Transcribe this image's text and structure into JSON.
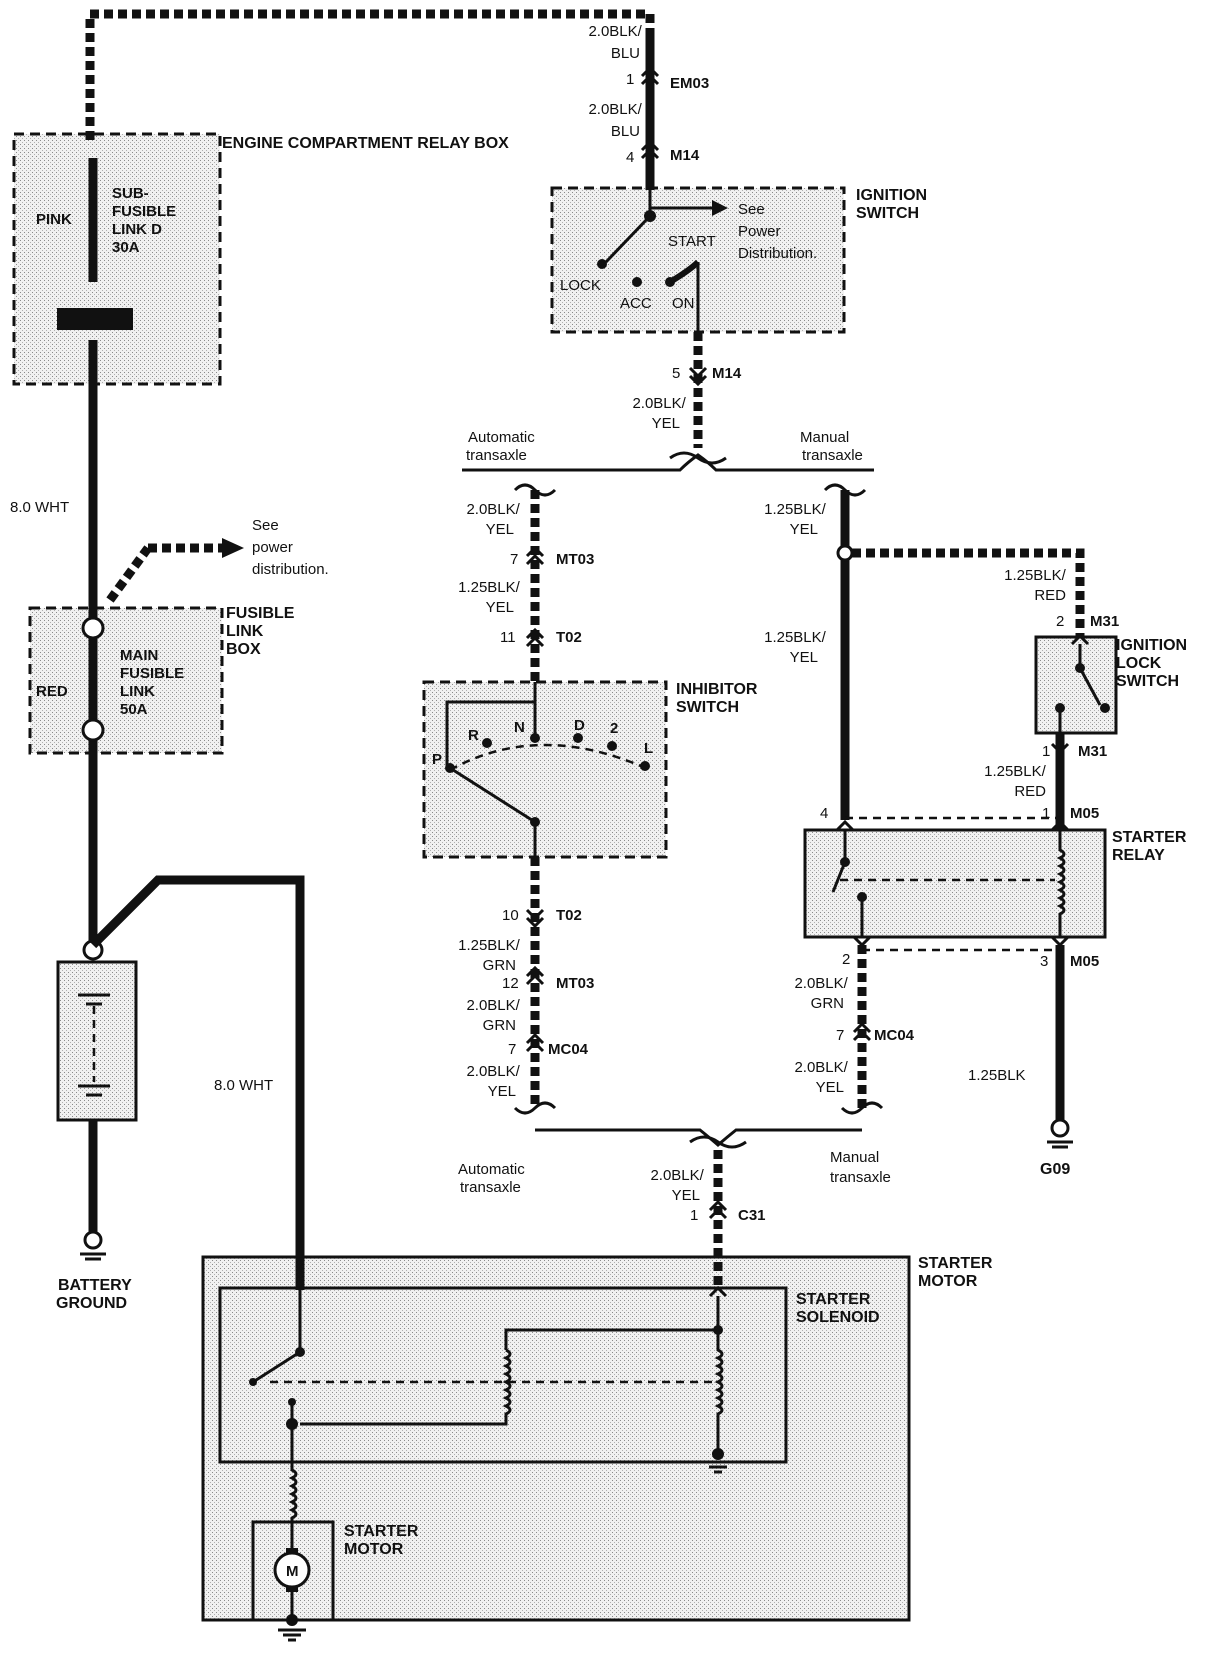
{
  "components": {
    "engine_relay_box": "ENGINE COMPARTMENT RELAY BOX",
    "sub_fusible_link": [
      "SUB-",
      "FUSIBLE",
      "LINK D",
      "30A"
    ],
    "pink": "PINK",
    "fusible_link_box": [
      "FUSIBLE",
      "LINK",
      "BOX"
    ],
    "main_fusible_link": [
      "MAIN",
      "FUSIBLE",
      "LINK",
      "50A"
    ],
    "red": "RED",
    "ignition_switch": [
      "IGNITION",
      "SWITCH"
    ],
    "inhibitor_switch": [
      "INHIBITOR",
      "SWITCH"
    ],
    "ignition_lock_switch": [
      "IGNITION",
      "LOCK",
      "SWITCH"
    ],
    "starter_relay": [
      "STARTER",
      "RELAY"
    ],
    "starter_motor_box": [
      "STARTER",
      "MOTOR"
    ],
    "starter_solenoid": [
      "STARTER",
      "SOLENOID"
    ],
    "starter_motor_inner": [
      "STARTER",
      "MOTOR"
    ],
    "battery_ground": [
      "BATTERY",
      "GROUND"
    ],
    "ground_g09": "G09",
    "motor_symbol": "M"
  },
  "ignition_positions": {
    "start": "START",
    "lock": "LOCK",
    "acc": "ACC",
    "on": "ON"
  },
  "inhibitor_positions": {
    "p": "P",
    "r": "R",
    "n": "N",
    "d": "D",
    "two": "2",
    "l": "L"
  },
  "notes": {
    "see_power_dist": [
      "See",
      "Power",
      "Distribution."
    ],
    "see_power_dist_lower": [
      "See",
      "power",
      "distribution."
    ],
    "auto_transaxle": [
      "Automatic",
      "transaxle"
    ],
    "manual_transaxle": [
      "Manual",
      "transaxle"
    ]
  },
  "wires": {
    "w_top1": [
      "2.0BLK/",
      "BLU"
    ],
    "w_top2": [
      "2.0BLK/",
      "BLU"
    ],
    "w_ign_out": [
      "2.0BLK/",
      "YEL"
    ],
    "w_8wht_left": "8.0 WHT",
    "w_8wht_right": "8.0 WHT",
    "w_auto1": [
      "2.0BLK/",
      "YEL"
    ],
    "w_auto2": [
      "1.25BLK/",
      "YEL"
    ],
    "w_auto3": [
      "1.25BLK/",
      "GRN"
    ],
    "w_auto4": [
      "2.0BLK/",
      "GRN"
    ],
    "w_auto5": [
      "2.0BLK/",
      "YEL"
    ],
    "w_man1": [
      "1.25BLK/",
      "YEL"
    ],
    "w_man2": [
      "1.25BLK/",
      "YEL"
    ],
    "w_man3": [
      "2.0BLK/",
      "GRN"
    ],
    "w_man4": [
      "2.0BLK/",
      "YEL"
    ],
    "w_lock_red1": [
      "1.25BLK/",
      "RED"
    ],
    "w_lock_red2": [
      "1.25BLK/",
      "RED"
    ],
    "w_gnd": "1.25BLK",
    "w_c31": [
      "2.0BLK/",
      "YEL"
    ]
  },
  "connectors": {
    "em03": {
      "pin": "1",
      "name": "EM03"
    },
    "m14_top": {
      "pin": "4",
      "name": "M14"
    },
    "m14_bot": {
      "pin": "5",
      "name": "M14"
    },
    "mt03_top": {
      "pin": "7",
      "name": "MT03"
    },
    "t02_top": {
      "pin": "11",
      "name": "T02"
    },
    "t02_bot": {
      "pin": "10",
      "name": "T02"
    },
    "mt03_bot": {
      "pin": "12",
      "name": "MT03"
    },
    "mc04_auto": {
      "pin": "7",
      "name": "MC04"
    },
    "m31_top": {
      "pin": "2",
      "name": "M31"
    },
    "m31_bot": {
      "pin": "1",
      "name": "M31"
    },
    "m05_pin4": "4",
    "m05_top": {
      "pin": "1",
      "name": "M05"
    },
    "m05_pin2": "2",
    "m05_bot": {
      "pin": "3",
      "name": "M05"
    },
    "mc04_man": {
      "pin": "7",
      "name": "MC04"
    },
    "c31": {
      "pin": "1",
      "name": "C31"
    }
  }
}
